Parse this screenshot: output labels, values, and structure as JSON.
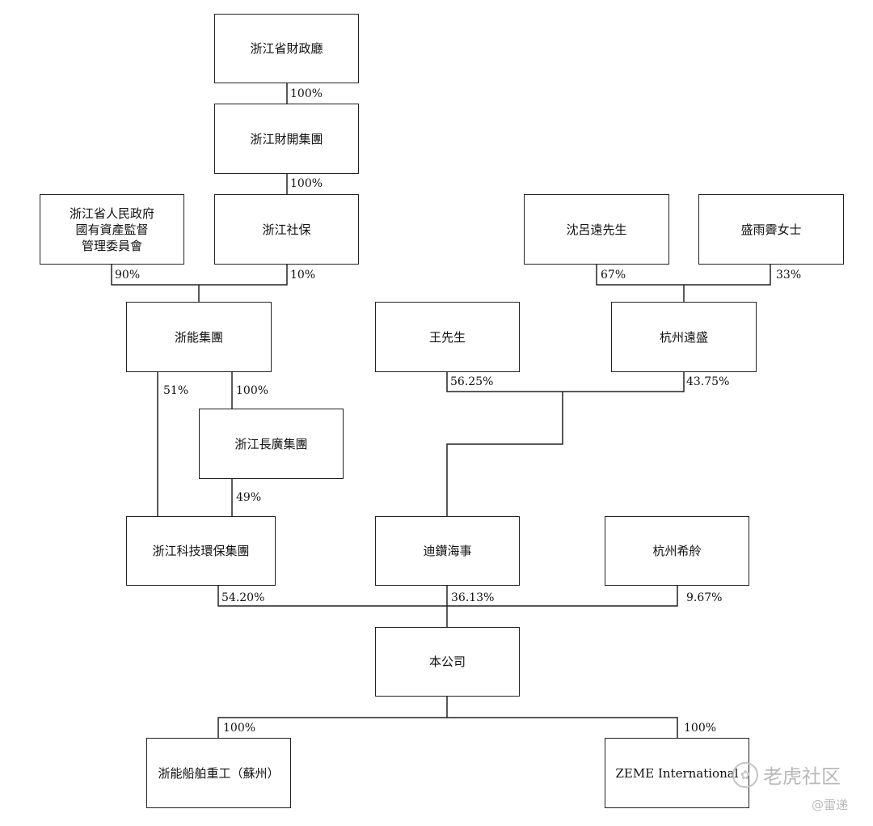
{
  "nodes": {
    "zj_finance_dept": "浙江省財政廳",
    "zj_fin_dev_group": "浙江財開集團",
    "zj_sasac": "浙江省人民政府\n國有資產監督\n管理委員會",
    "zj_social_security": "浙江社保",
    "mr_shen": "沈呂遠先生",
    "ms_sheng": "盛雨霽女士",
    "zheneng_group": "浙能集團",
    "mr_wang": "王先生",
    "hz_yuansheng": "杭州遠盛",
    "zj_changguang": "浙江長廣集團",
    "zj_tech_env": "浙江科技環保集團",
    "dizuan_marine": "迪鑽海事",
    "hz_xiling": "杭州希舲",
    "company": "本公司",
    "zheneng_ship": "浙能船舶重工（蘇州）",
    "zeme": "ZEME International"
  },
  "percentages": {
    "finance_to_findev": "100%",
    "findev_to_social": "100%",
    "sasac_to_zheneng": "90%",
    "social_to_zheneng": "10%",
    "shen_to_yuansheng": "67%",
    "sheng_to_yuansheng": "33%",
    "zheneng_to_tech": "51%",
    "zheneng_to_changguang": "100%",
    "wang_to_dizuan": "56.25%",
    "yuansheng_to_dizuan": "43.75%",
    "changguang_to_tech": "49%",
    "tech_to_company": "54.20%",
    "dizuan_to_company": "36.13%",
    "xiling_to_company": "9.67%",
    "company_to_ship": "100%",
    "company_to_zeme": "100%"
  },
  "watermark": {
    "main": "老虎社区",
    "sub": "@雷递"
  }
}
